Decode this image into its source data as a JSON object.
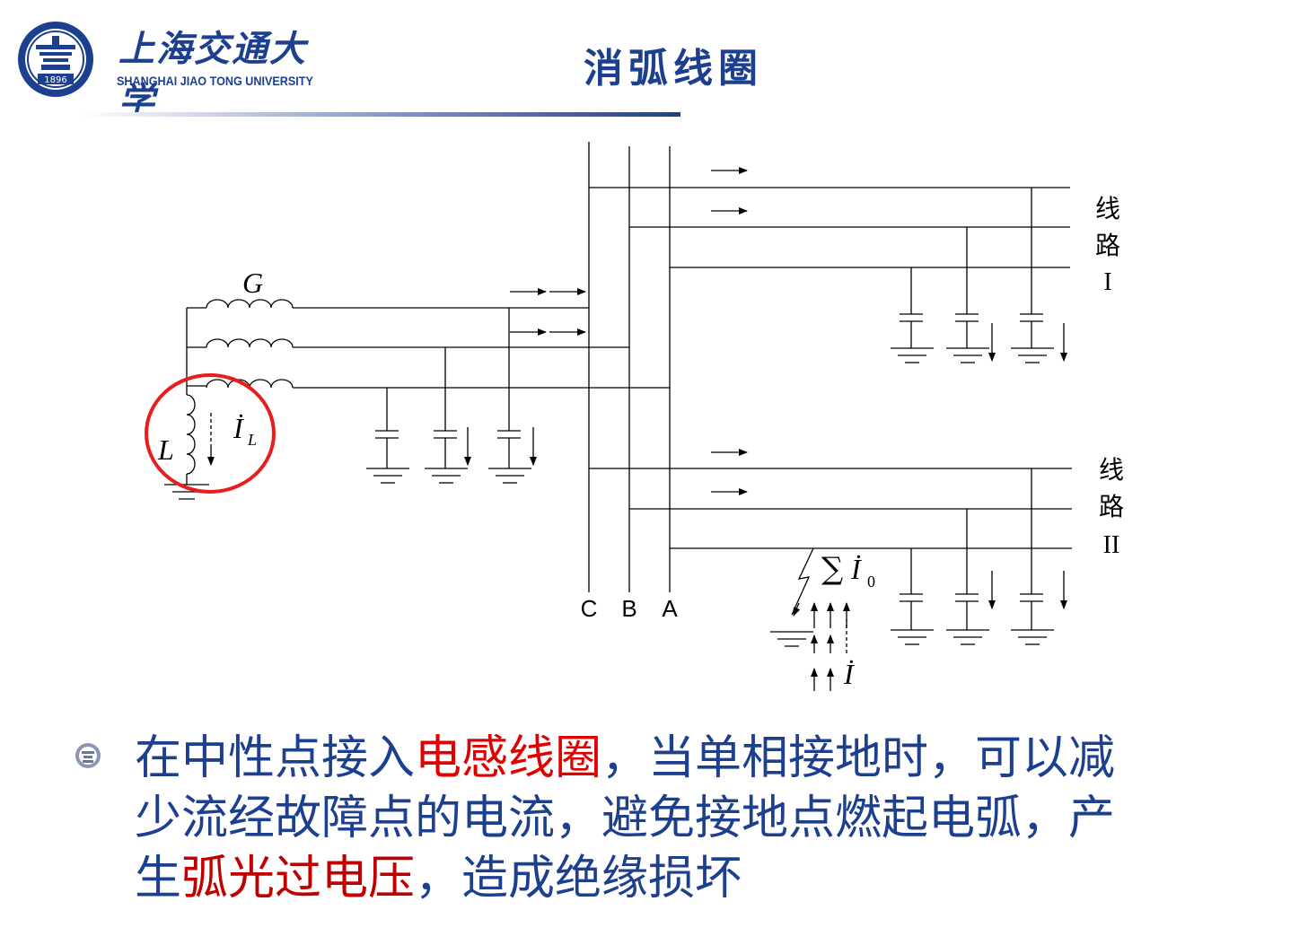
{
  "header": {
    "logo_cn": "上海交通大学",
    "logo_en": "SHANGHAI JIAO TONG UNIVERSITY",
    "logo_year": "1896",
    "title": "消弧线圈"
  },
  "diagram": {
    "labels": {
      "G": "G",
      "L": "L",
      "IL": "İ",
      "IL_sub": "L",
      "line1": [
        "线",
        "路",
        "I"
      ],
      "line2": [
        "线",
        "路",
        "II"
      ],
      "C": "C",
      "B": "B",
      "A": "A",
      "sum": "∑",
      "I0": "İ",
      "I0_sub": "0",
      "I": "İ"
    }
  },
  "body": {
    "seg1": "在中性点接入",
    "seg2": "电感线圈",
    "seg3": "，当单相接地时，可以减",
    "seg4": "少流经故障点的电流，避免接地点燃起电弧，产",
    "seg5": "生",
    "seg6": "弧光过电压",
    "seg7": "，造成绝缘损坏"
  },
  "colors": {
    "brand": "#1d3f8f",
    "highlight_red": "#e00000",
    "highlight_darkred": "#c00000",
    "circle": "#e81e1e"
  }
}
